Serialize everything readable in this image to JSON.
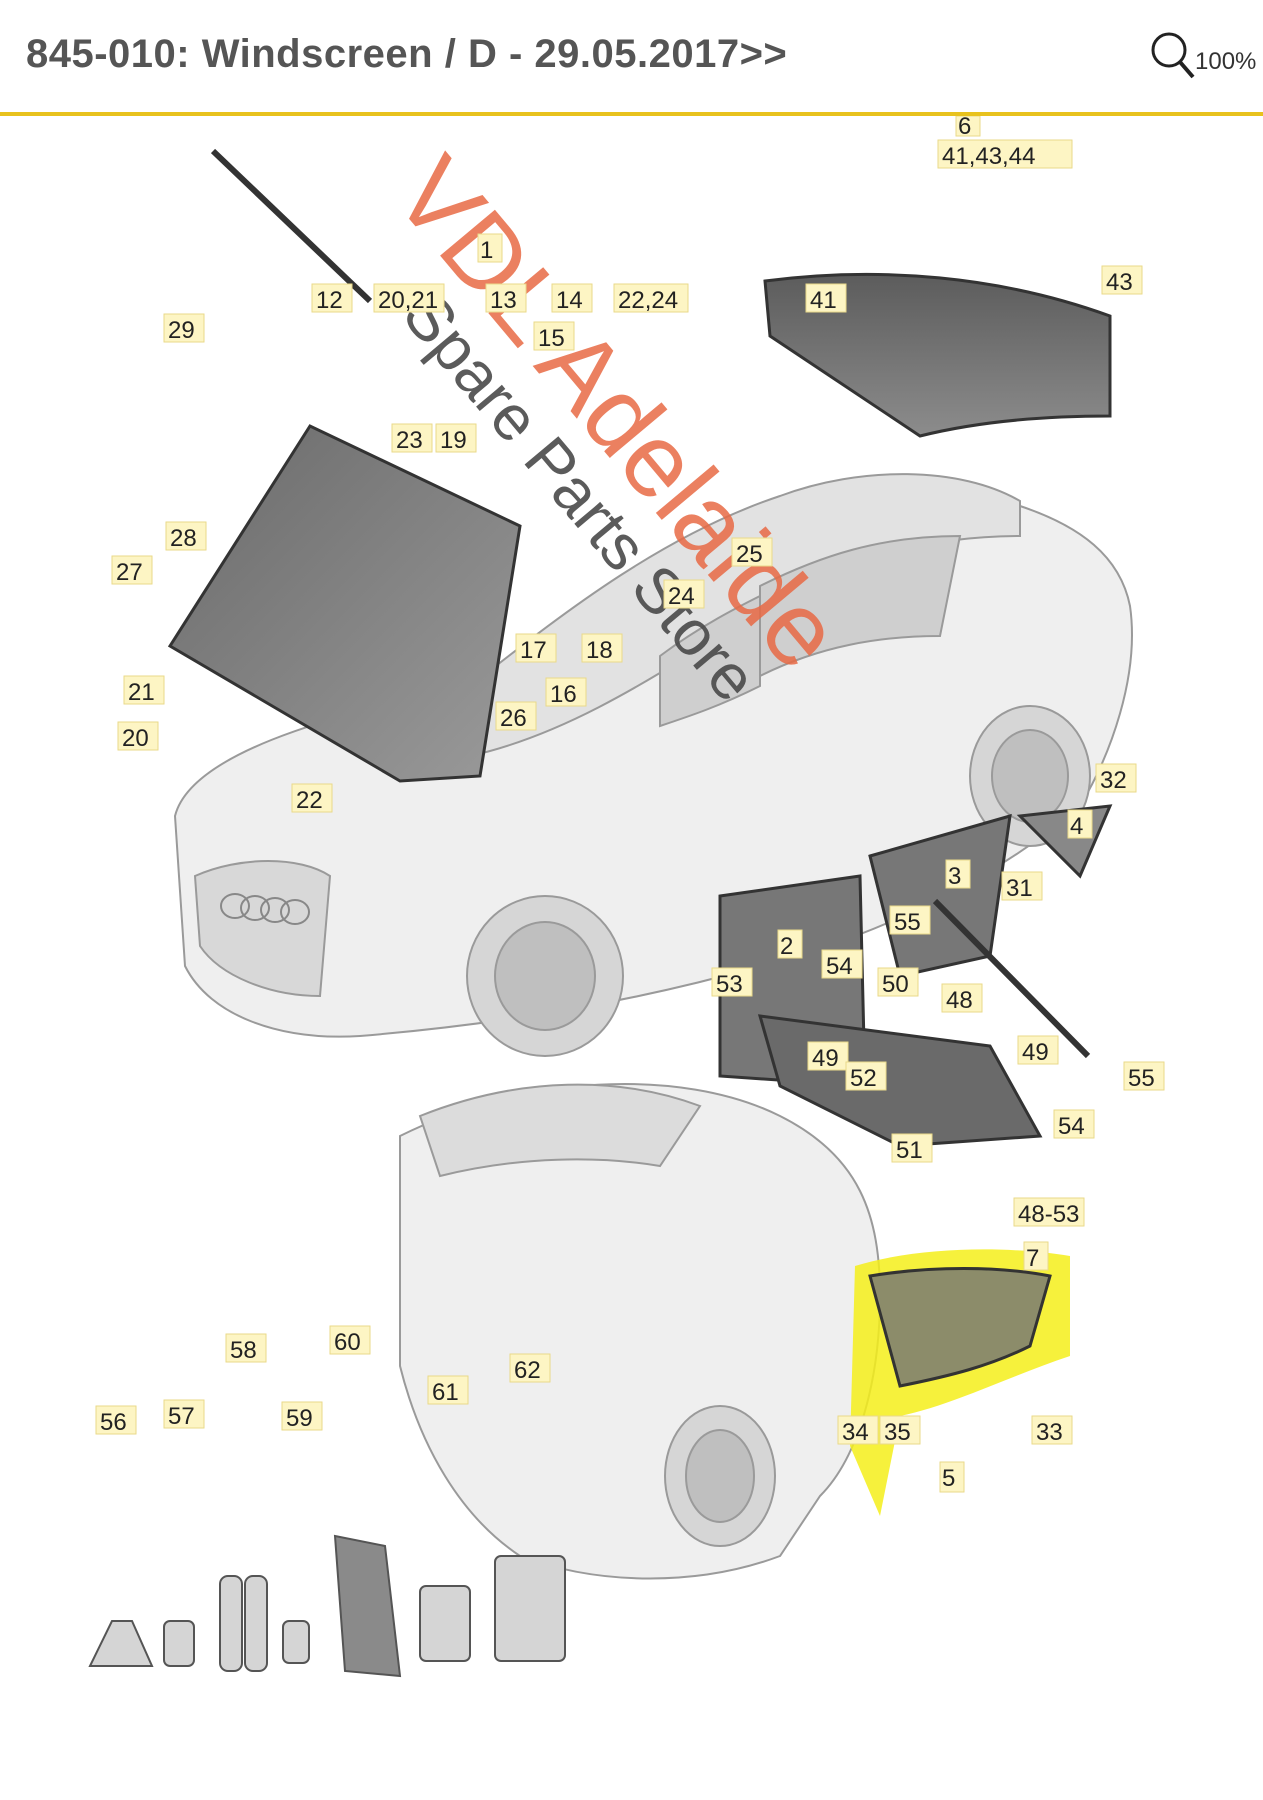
{
  "header": {
    "title": "845-010: Windscreen / D - 29.05.2017>>",
    "zoom_label": "100%"
  },
  "watermark": {
    "line1": "VDL Adelaide",
    "line2": "Spare Parts Store"
  },
  "callouts": {
    "c1": "1",
    "c2": "2",
    "c3": "3",
    "c4": "4",
    "c5": "5",
    "c6": "6",
    "c7": "7",
    "c12": "12",
    "c13": "13",
    "c14": "14",
    "c15": "15",
    "c16": "16",
    "c17": "17",
    "c18": "18",
    "c19": "19",
    "c20": "20",
    "c20_21": "20,21",
    "c21": "21",
    "c22": "22",
    "c22_24": "22,24",
    "c23": "23",
    "c24": "24",
    "c25": "25",
    "c26": "26",
    "c27": "27",
    "c28": "28",
    "c29": "29",
    "c31": "31",
    "c32": "32",
    "c33": "33",
    "c34": "34",
    "c35": "35",
    "c41": "41",
    "c41_43_44": "41,43,44",
    "c43": "43",
    "c48": "48",
    "c48_53": "48-53",
    "c49a": "49",
    "c49b": "49",
    "c50": "50",
    "c51": "51",
    "c52": "52",
    "c53": "53",
    "c54a": "54",
    "c54b": "54",
    "c55a": "55",
    "c55b": "55",
    "c56": "56",
    "c57": "57",
    "c58": "58",
    "c59": "59",
    "c60": "60",
    "c61": "61",
    "c62": "62"
  },
  "colors": {
    "accent": "#e8c21d",
    "highlight": "#f5ef1a",
    "watermark_red": "#e86a45",
    "callout_bg": "#fdf5c4"
  },
  "icons": {
    "zoom": "magnifier-icon"
  }
}
